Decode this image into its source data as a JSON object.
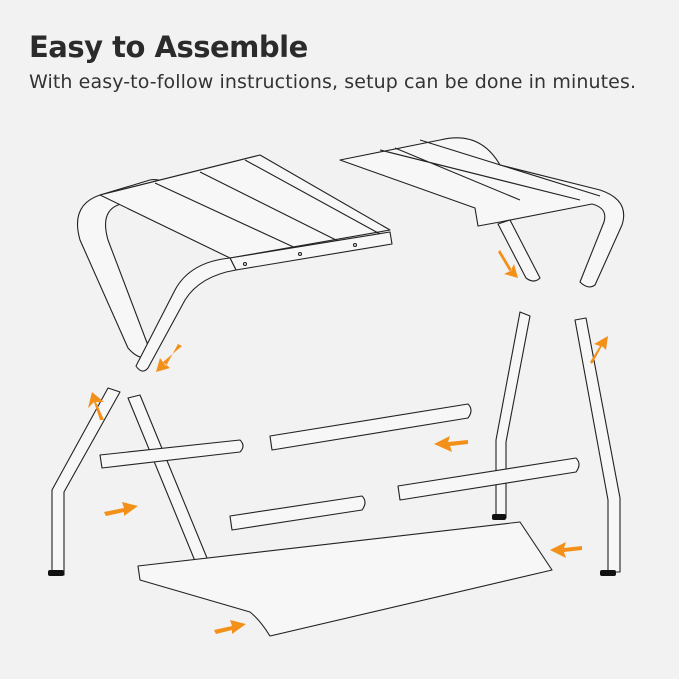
{
  "header": {
    "title": "Easy to Assemble",
    "subtitle": "With easy-to-follow instructions, setup can be done in minutes."
  },
  "diagram": {
    "subject": "luggage rack exploded assembly view",
    "parts": [
      "top-frame-left",
      "top-frame-right",
      "leg-frame-left",
      "leg-frame-right",
      "crossbar-top",
      "crossbar-middle-left",
      "crossbar-middle-right",
      "crossbar-bottom-short",
      "bottom-shelf-strap"
    ],
    "arrow_count": 9,
    "colors": {
      "background": "#f2f2f2",
      "arrow": "#f39019",
      "line": "#222222",
      "foot": "#111111"
    }
  }
}
